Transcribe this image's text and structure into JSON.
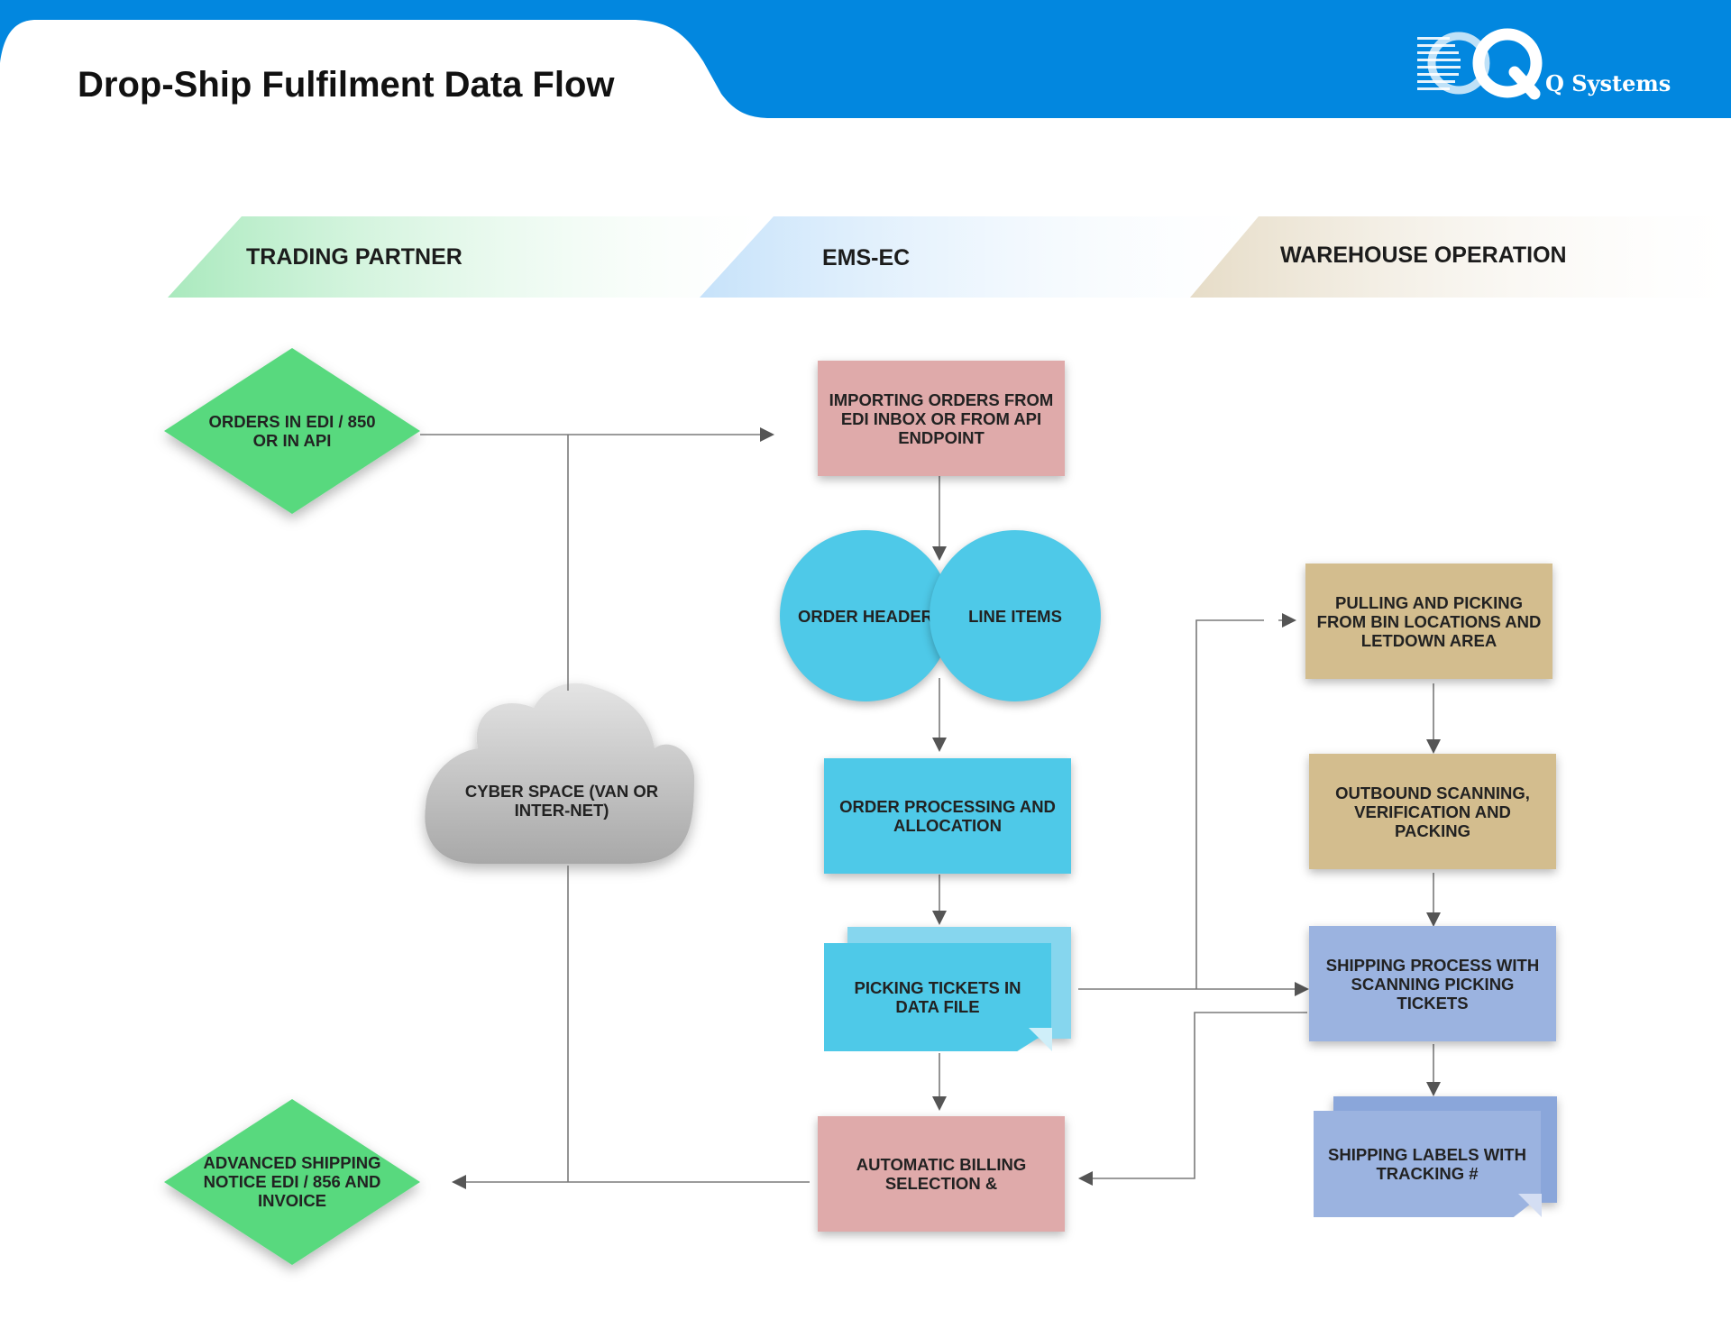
{
  "header": {
    "title": "Drop-Ship Fulfilment Data Flow",
    "brand_name": "Q Systems",
    "brand_color": "#0287df",
    "logo_icon": "q-systems-logo-icon"
  },
  "lanes": [
    {
      "label": "TRADING PARTNER",
      "color": "#5fd98a"
    },
    {
      "label": "EMS-EC",
      "color": "#9fd0f4"
    },
    {
      "label": "WAREHOUSE OPERATION",
      "color": "#d9cdb2"
    }
  ],
  "nodes": {
    "orders_in": "ORDERS IN EDI / 850 OR IN API",
    "asn_invoice": "ADVANCED SHIPPING NOTICE EDI / 856 AND INVOICE",
    "cyber_space": "CYBER SPACE (VAN OR INTER-NET)",
    "importing_orders": "IMPORTING ORDERS FROM EDI INBOX OR FROM API ENDPOINT",
    "order_header": "ORDER HEADER",
    "line_items": "LINE ITEMS",
    "order_processing": "ORDER PROCESSING AND ALLOCATION",
    "picking_tickets": "PICKING TICKETS IN DATA FILE",
    "automatic_billing": "AUTOMATIC BILLING SELECTION &",
    "pulling_picking": "PULLING AND PICKING FROM BIN LOCATIONS AND LETDOWN AREA",
    "outbound_scanning": "OUTBOUND SCANNING, VERIFICATION AND PACKING",
    "shipping_process": "SHIPPING PROCESS WITH SCANNING PICKING TICKETS",
    "shipping_labels": "SHIPPING LABELS WITH TRACKING #"
  },
  "colors": {
    "diamond": "#58d97e",
    "pink": "#dfaaaa",
    "cyan": "#4ec9e8",
    "tan": "#d3bd8e",
    "lavender": "#9bb3e0",
    "cloud": "#c4c4c4",
    "connector": "#555555"
  }
}
